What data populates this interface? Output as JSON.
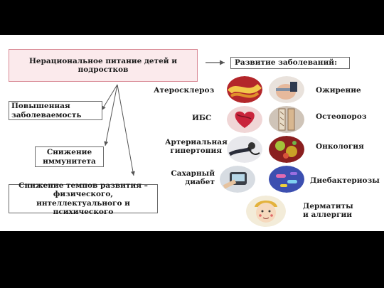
{
  "main_box": "Нерациональное питание детей и подростков",
  "development_box": "Развитие заболеваний:",
  "consequences": [
    "Повышенная заболеваемость",
    "Снижение иммунитета",
    "Снижение темпов развития – физического, интеллектуального и психического"
  ],
  "diseases_left": [
    "Атеросклероз",
    "ИБС",
    "Артериальная гипертония",
    "Сахарный диабет"
  ],
  "diseases_right": [
    "Ожирение",
    "Остеопороз",
    "Онкология",
    "Диебактериозы",
    "Дерматиты и аллергии"
  ],
  "colors": {
    "main_fill": "#fbeaec",
    "main_border": "#d98a96",
    "box_border": "#6a6a6a",
    "arrow": "#555555",
    "frame": "#000000"
  }
}
